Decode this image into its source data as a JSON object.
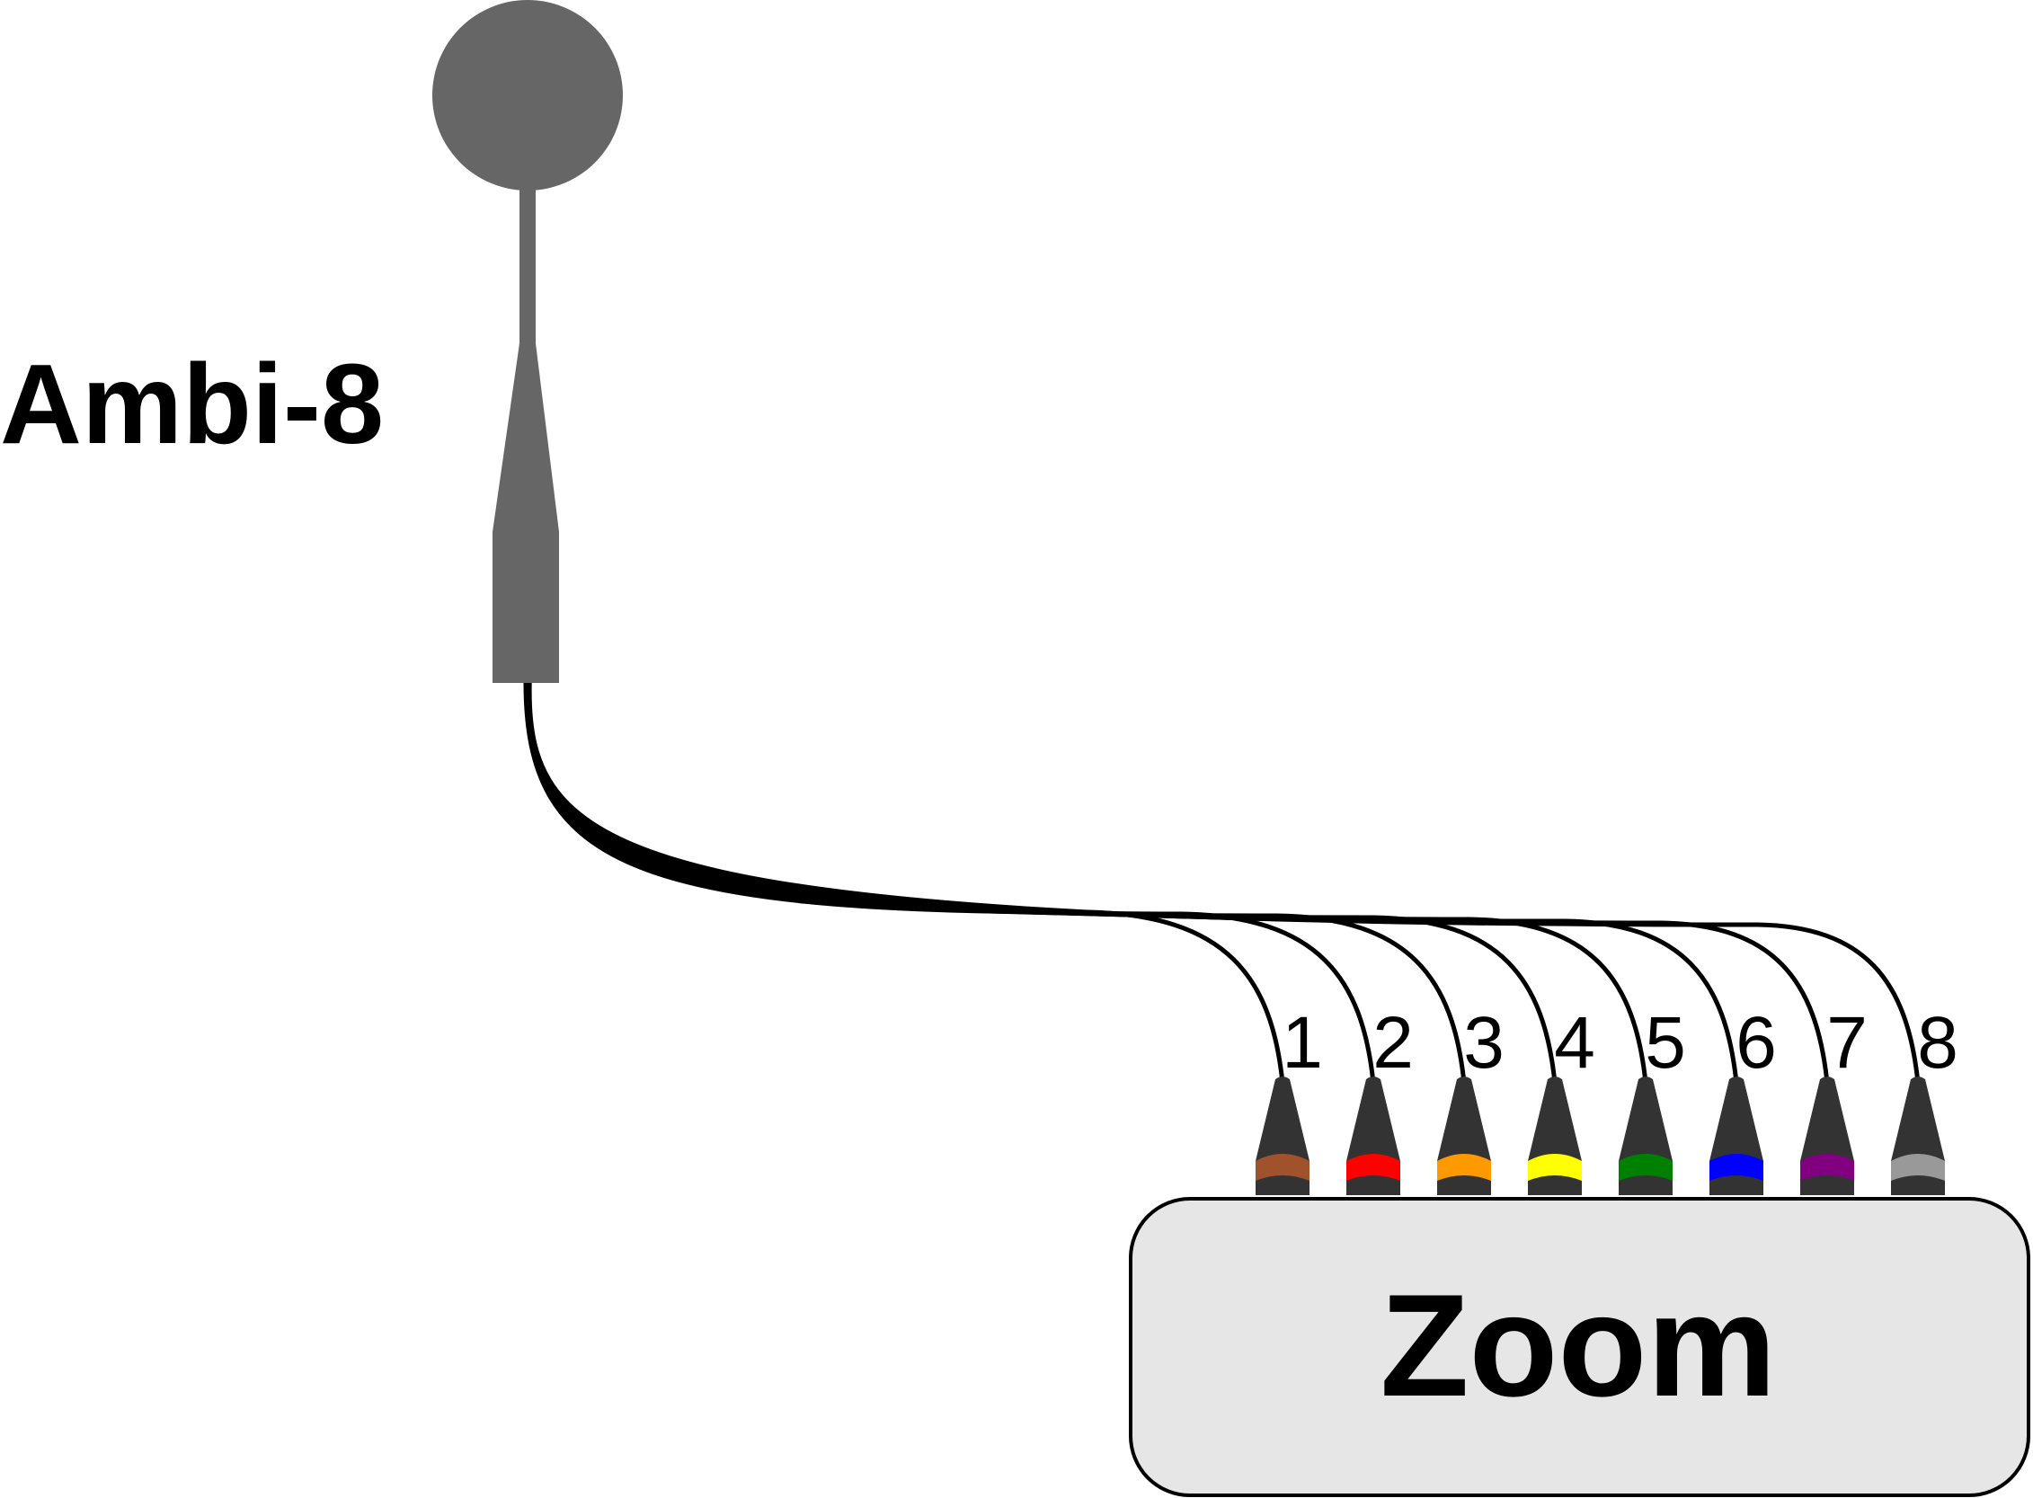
{
  "microphone": {
    "label": "Ambi-8",
    "body_color": "#666666"
  },
  "recorder": {
    "label": "Zoom",
    "fill_color": "#e6e6e6",
    "border_color": "#000000"
  },
  "connector_color": "#333333",
  "cable_color": "#000000",
  "channels": [
    {
      "label": "1",
      "color": "#a0522d"
    },
    {
      "label": "2",
      "color": "#ff0000"
    },
    {
      "label": "3",
      "color": "#ff9900"
    },
    {
      "label": "4",
      "color": "#ffff00"
    },
    {
      "label": "5",
      "color": "#008000"
    },
    {
      "label": "6",
      "color": "#0000ff"
    },
    {
      "label": "7",
      "color": "#800080"
    },
    {
      "label": "8",
      "color": "#999999"
    }
  ]
}
